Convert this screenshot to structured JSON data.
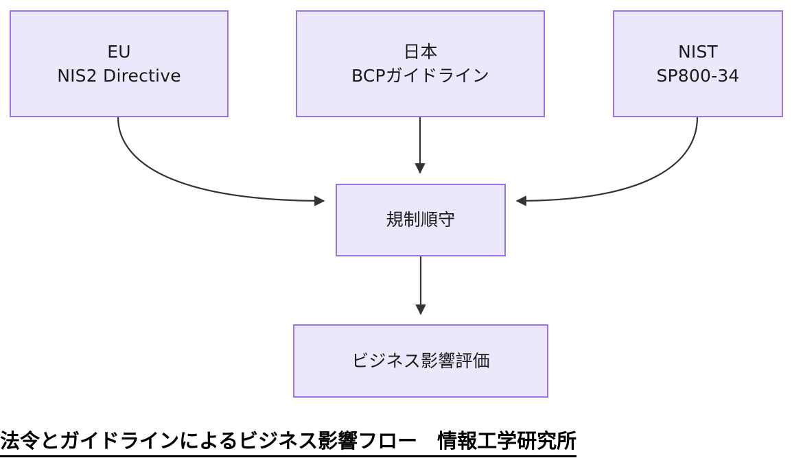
{
  "diagram": {
    "type": "flowchart",
    "direction": "top-to-bottom",
    "nodes": [
      {
        "id": "eu",
        "lines": [
          "EU",
          "NIS2 Directive"
        ]
      },
      {
        "id": "japan",
        "lines": [
          "日本",
          "BCPガイドライン"
        ]
      },
      {
        "id": "nist",
        "lines": [
          "NIST",
          "SP800-34"
        ]
      },
      {
        "id": "compliance",
        "lines": [
          "規制順守"
        ]
      },
      {
        "id": "bia",
        "lines": [
          "ビジネス影響評価"
        ]
      }
    ],
    "edges": [
      {
        "from": "eu",
        "to": "compliance",
        "style": "curved",
        "arrow": "end"
      },
      {
        "from": "japan",
        "to": "compliance",
        "style": "straight",
        "arrow": "end"
      },
      {
        "from": "nist",
        "to": "compliance",
        "style": "curved",
        "arrow": "end"
      },
      {
        "from": "compliance",
        "to": "bia",
        "style": "straight",
        "arrow": "end"
      }
    ],
    "colors": {
      "node_fill": "#ebe8fb",
      "node_border": "#9d71e8",
      "edge": "#333333",
      "text": "#1a1a1a",
      "background": "#ffffff",
      "caption_text": "#000000"
    }
  },
  "caption": {
    "text": "法令とガイドラインによるビジネス影響フロー　情報工学研究所"
  }
}
